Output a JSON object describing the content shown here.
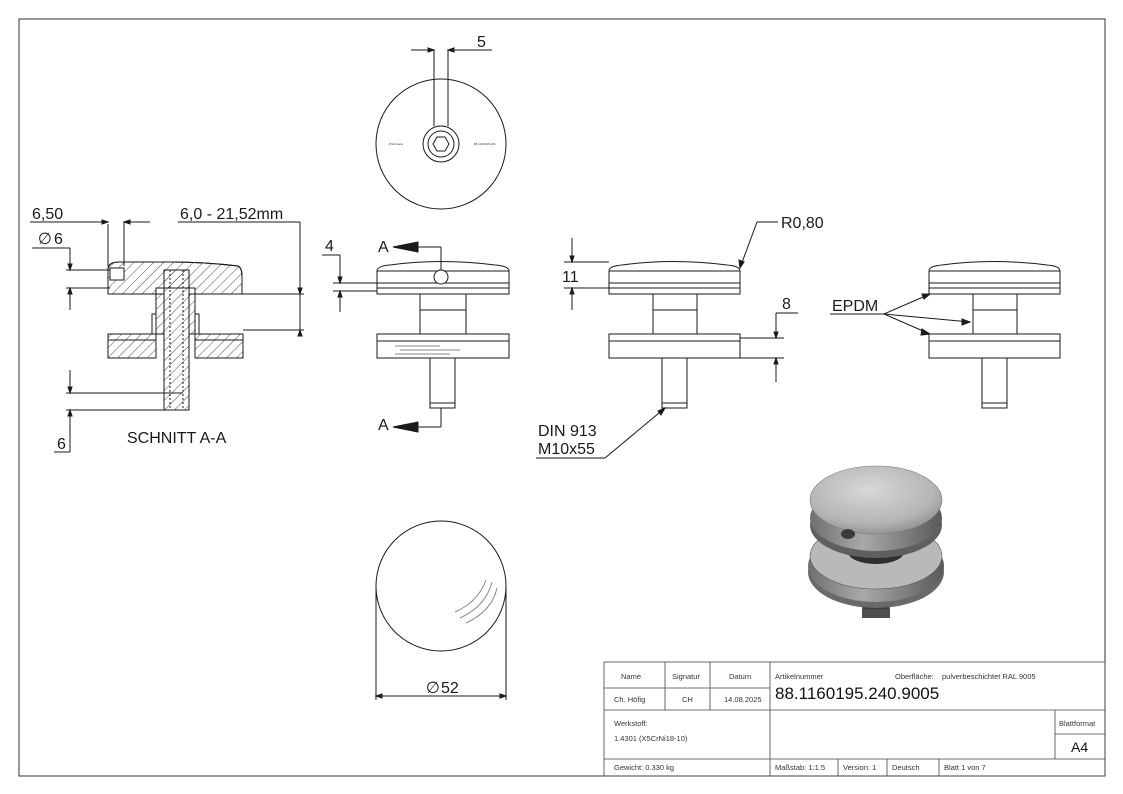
{
  "dimensions": {
    "slot_width": "5",
    "dim_650": "6,50",
    "dim_phi6": "6",
    "dim_range": "6,0 - 21,52mm",
    "dim_4": "4",
    "dim_11": "11",
    "radius": "R0,80",
    "dim_8": "8",
    "dim_6_bottom": "6",
    "diameter_52": "52"
  },
  "labels": {
    "section_title": "SCHNITT A-A",
    "section_marker_top": "A",
    "section_marker_bottom": "A",
    "epdm": "EPDM",
    "din_line1": "DIN 913",
    "din_line2": "M10x55"
  },
  "title_block": {
    "col_name": "Name",
    "col_signatur": "Signatur",
    "col_datum": "Datum",
    "author": "Ch. Höfig",
    "author_sig": "CH",
    "date": "14.08.2025",
    "artikel_label": "Artikelnummer",
    "oberflaeche_label": "Oberfläche:",
    "oberflaeche_value": "pulverbeschichtet RAL 9005",
    "artikel_number": "88.1160195.240.9005",
    "werkstoff_label": "Werkstoff:",
    "werkstoff_value": "1.4301 (X5CrNi18-10)",
    "blattformat_label": "Blattformat",
    "blattformat_value": "A4",
    "gewicht": "Gewicht: 0.330 kg",
    "massstab": "Maßstab: 1:1.5",
    "version": "Version: 1",
    "sprache": "Deutsch",
    "blatt": "Blatt 1 von 7"
  }
}
